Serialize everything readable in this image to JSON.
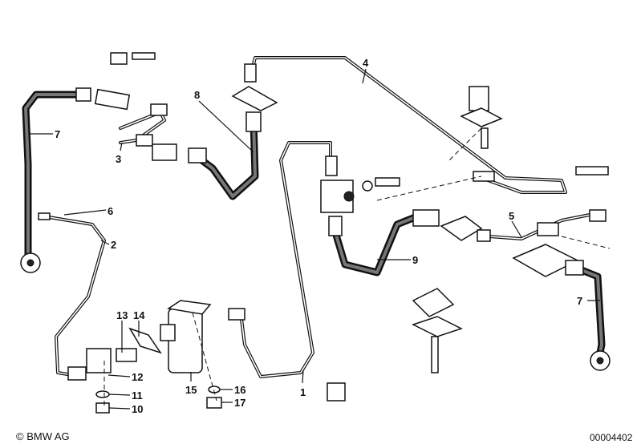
{
  "diagram": {
    "labels": [
      {
        "id": "1",
        "text": "1"
      },
      {
        "id": "2",
        "text": "2"
      },
      {
        "id": "3",
        "text": "3"
      },
      {
        "id": "4",
        "text": "4"
      },
      {
        "id": "5",
        "text": "5"
      },
      {
        "id": "6",
        "text": "6"
      },
      {
        "id": "7a",
        "text": "7"
      },
      {
        "id": "7b",
        "text": "7"
      },
      {
        "id": "8",
        "text": "8"
      },
      {
        "id": "9",
        "text": "9"
      },
      {
        "id": "10",
        "text": "10"
      },
      {
        "id": "11",
        "text": "11"
      },
      {
        "id": "12",
        "text": "12"
      },
      {
        "id": "13",
        "text": "13"
      },
      {
        "id": "14",
        "text": "14"
      },
      {
        "id": "15",
        "text": "15"
      },
      {
        "id": "16",
        "text": "16"
      },
      {
        "id": "17",
        "text": "17"
      }
    ]
  },
  "footer": {
    "copyright": "© BMW AG",
    "image_number": "00004402"
  }
}
